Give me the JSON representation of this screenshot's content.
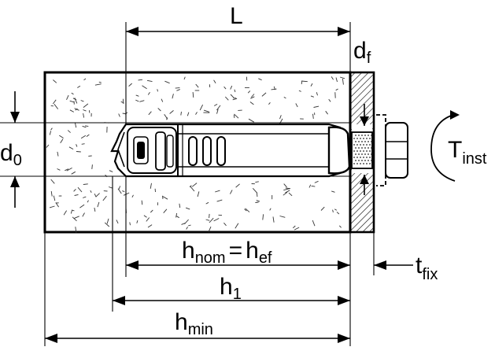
{
  "labels": {
    "L": {
      "main": "L",
      "sub": ""
    },
    "df": {
      "main": "d",
      "sub": "f"
    },
    "d0": {
      "main": "d",
      "sub": "0"
    },
    "tinst": {
      "main": "T",
      "sub": "inst"
    },
    "hnom": {
      "main": "h",
      "sub": "nom",
      "eq": "=",
      "main2": "h",
      "sub2": "ef"
    },
    "tfix": {
      "main": "t",
      "sub": "fix"
    },
    "h1": {
      "main": "h",
      "sub": "1"
    },
    "hmin": {
      "main": "h",
      "sub": "min"
    }
  },
  "colors": {
    "line": "#000000",
    "concrete": "#ffffff",
    "hatch": "#000000"
  }
}
